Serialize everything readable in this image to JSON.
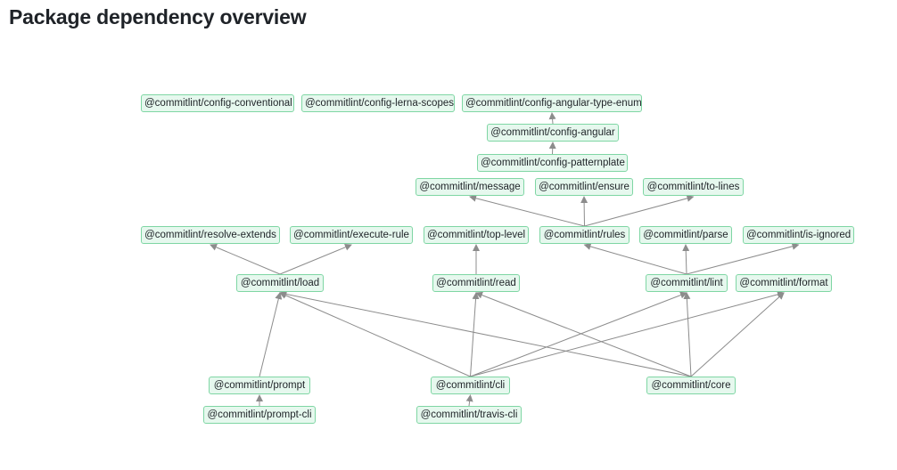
{
  "page": {
    "title": "Package dependency overview"
  },
  "colors": {
    "node_fill": "#e6f8ee",
    "node_border": "#7fd6a4",
    "edge": "#8c8c8c"
  },
  "nodes": [
    {
      "id": "config-conventional",
      "label": "@commitlint/config-conventional"
    },
    {
      "id": "config-lerna-scopes",
      "label": "@commitlint/config-lerna-scopes"
    },
    {
      "id": "config-angular-type-enum",
      "label": "@commitlint/config-angular-type-enum"
    },
    {
      "id": "config-angular",
      "label": "@commitlint/config-angular"
    },
    {
      "id": "config-patternplate",
      "label": "@commitlint/config-patternplate"
    },
    {
      "id": "message",
      "label": "@commitlint/message"
    },
    {
      "id": "ensure",
      "label": "@commitlint/ensure"
    },
    {
      "id": "to-lines",
      "label": "@commitlint/to-lines"
    },
    {
      "id": "resolve-extends",
      "label": "@commitlint/resolve-extends"
    },
    {
      "id": "execute-rule",
      "label": "@commitlint/execute-rule"
    },
    {
      "id": "top-level",
      "label": "@commitlint/top-level"
    },
    {
      "id": "rules",
      "label": "@commitlint/rules"
    },
    {
      "id": "parse",
      "label": "@commitlint/parse"
    },
    {
      "id": "is-ignored",
      "label": "@commitlint/is-ignored"
    },
    {
      "id": "load",
      "label": "@commitlint/load"
    },
    {
      "id": "read",
      "label": "@commitlint/read"
    },
    {
      "id": "lint",
      "label": "@commitlint/lint"
    },
    {
      "id": "format",
      "label": "@commitlint/format"
    },
    {
      "id": "prompt",
      "label": "@commitlint/prompt"
    },
    {
      "id": "cli",
      "label": "@commitlint/cli"
    },
    {
      "id": "core",
      "label": "@commitlint/core"
    },
    {
      "id": "prompt-cli",
      "label": "@commitlint/prompt-cli"
    },
    {
      "id": "travis-cli",
      "label": "@commitlint/travis-cli"
    }
  ],
  "edges": [
    {
      "from": "config-angular",
      "to": "config-angular-type-enum"
    },
    {
      "from": "config-patternplate",
      "to": "config-angular"
    },
    {
      "from": "rules",
      "to": "message"
    },
    {
      "from": "rules",
      "to": "ensure"
    },
    {
      "from": "rules",
      "to": "to-lines"
    },
    {
      "from": "load",
      "to": "resolve-extends"
    },
    {
      "from": "load",
      "to": "execute-rule"
    },
    {
      "from": "read",
      "to": "top-level"
    },
    {
      "from": "lint",
      "to": "rules"
    },
    {
      "from": "lint",
      "to": "parse"
    },
    {
      "from": "lint",
      "to": "is-ignored"
    },
    {
      "from": "prompt",
      "to": "load"
    },
    {
      "from": "cli",
      "to": "load"
    },
    {
      "from": "cli",
      "to": "read"
    },
    {
      "from": "cli",
      "to": "lint"
    },
    {
      "from": "cli",
      "to": "format"
    },
    {
      "from": "core",
      "to": "load"
    },
    {
      "from": "core",
      "to": "read"
    },
    {
      "from": "core",
      "to": "lint"
    },
    {
      "from": "core",
      "to": "format"
    },
    {
      "from": "prompt-cli",
      "to": "prompt"
    },
    {
      "from": "travis-cli",
      "to": "cli"
    }
  ]
}
